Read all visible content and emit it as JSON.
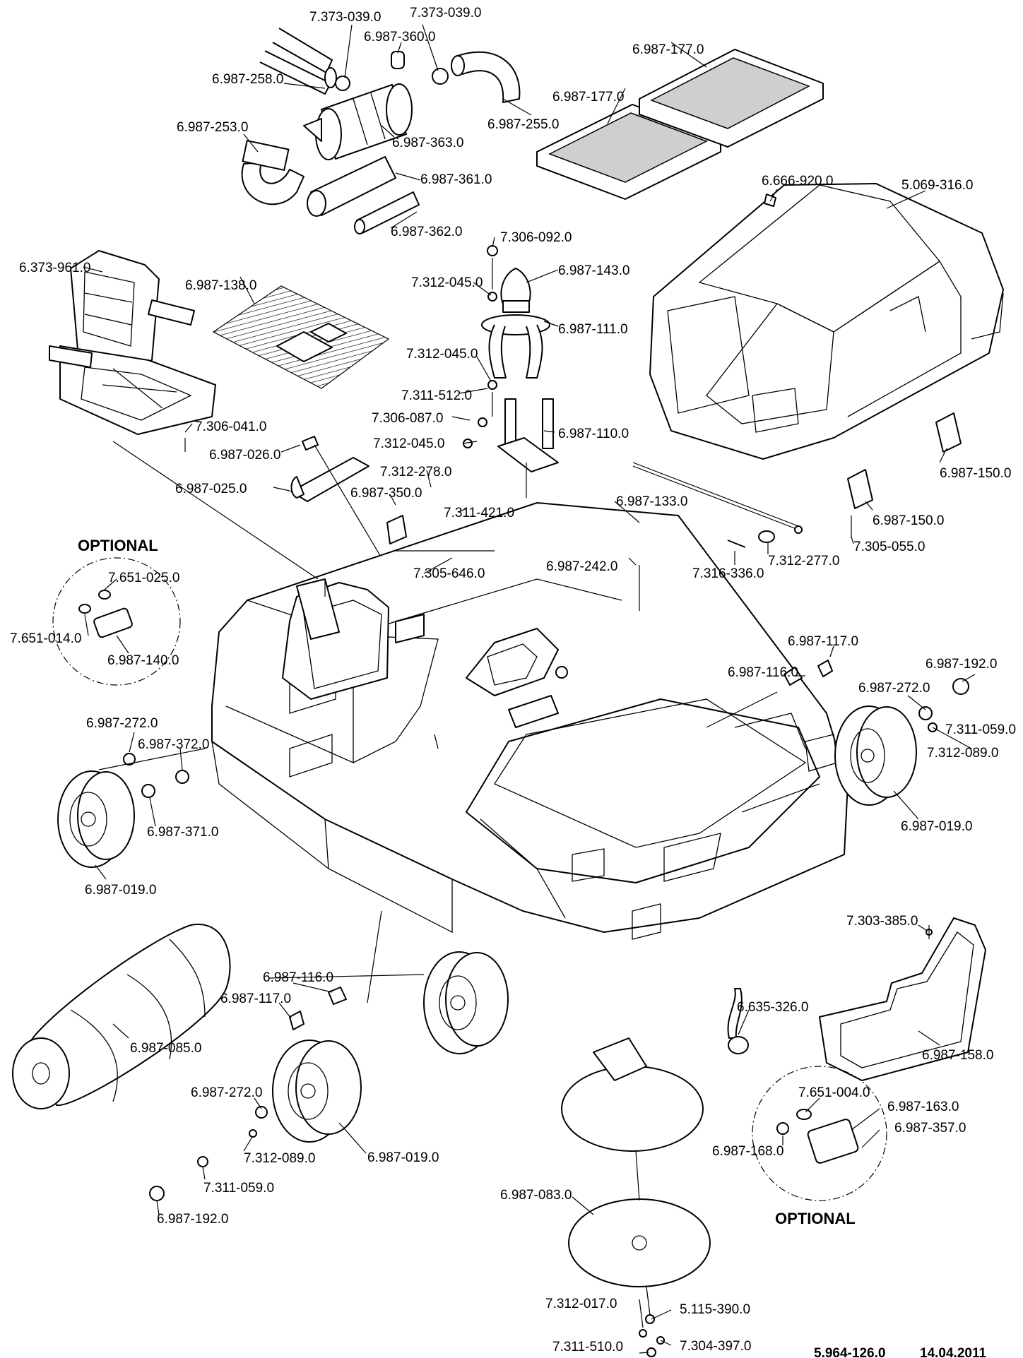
{
  "diagram": {
    "labels": [
      "7.373-039.0",
      "7.373-039.0",
      "6.987-360.0",
      "6.987-258.0",
      "6.987-253.0",
      "6.987-363.0",
      "6.987-255.0",
      "6.987-361.0",
      "6.987-362.0",
      "6.987-177.0",
      "6.987-177.0",
      "6.666-920.0",
      "5.069-316.0",
      "7.306-092.0",
      "6.373-961.0",
      "6.987-138.0",
      "7.312-045.0",
      "6.987-143.0",
      "6.987-111.0",
      "7.312-045.0",
      "7.311-512.0",
      "7.306-087.0",
      "7.312-045.0",
      "6.987-110.0",
      "7.306-041.0",
      "6.987-026.0",
      "6.987-025.0",
      "7.312-278.0",
      "6.987-350.0",
      "7.311-421.0",
      "6.987-133.0",
      "6.987-150.0",
      "6.987-150.0",
      "7.305-055.0",
      "7.312-277.0",
      "7.316-336.0",
      "6.987-242.0",
      "7.305-646.0",
      "7.651-025.0",
      "7.651-014.0",
      "6.987-140.0",
      "6.987-117.0",
      "6.987-116.0",
      "6.987-192.0",
      "6.987-272.0",
      "7.311-059.0",
      "7.312-089.0",
      "6.987-019.0",
      "6.987-272.0",
      "6.987-372.0",
      "6.987-371.0",
      "6.987-019.0",
      "7.303-385.0",
      "6.987-116.0",
      "6.987-117.0",
      "6.987-085.0",
      "6.635-326.0",
      "6.987-158.0",
      "7.651-004.0",
      "6.987-163.0",
      "6.987-357.0",
      "6.987-168.0",
      "6.987-272.0",
      "7.312-089.0",
      "6.987-019.0",
      "7.311-059.0",
      "6.987-192.0",
      "6.987-083.0",
      "7.312-017.0",
      "5.115-390.0",
      "7.311-510.0",
      "7.304-397.0"
    ],
    "optional_labels": [
      "OPTIONAL",
      "OPTIONAL"
    ],
    "footer": {
      "doc_number": "5.964-126.0",
      "date": "14.04.2011"
    }
  }
}
